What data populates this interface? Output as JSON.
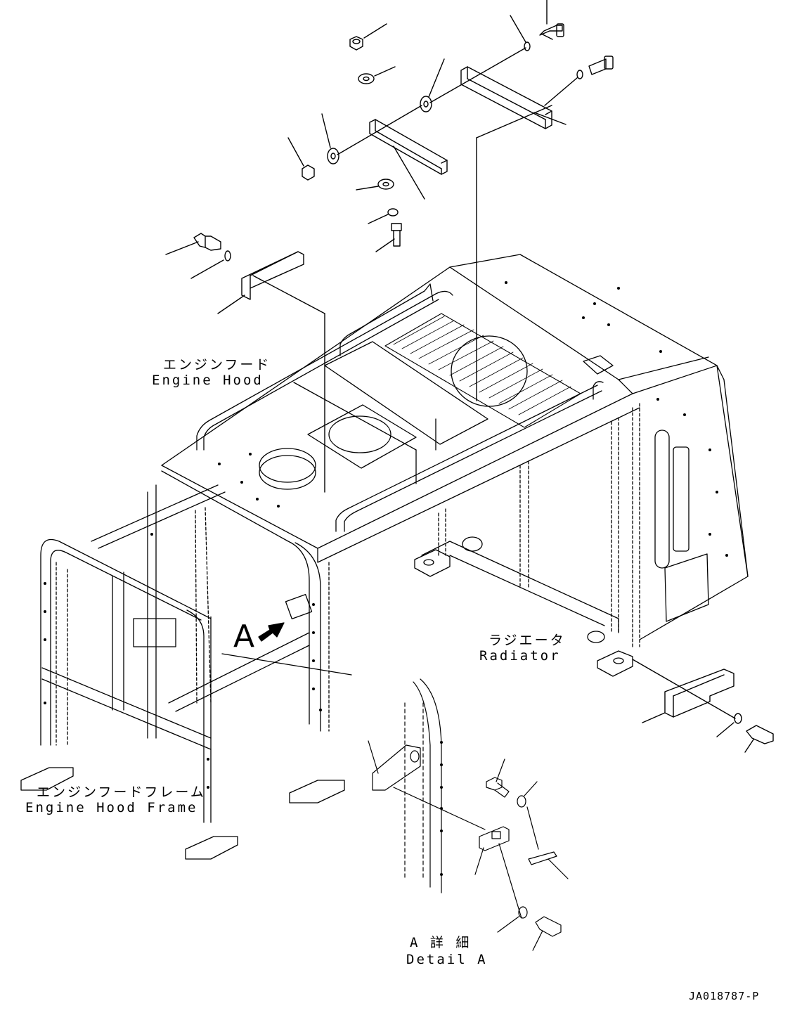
{
  "labels": {
    "engine_hood_jp": "エンジンフード",
    "engine_hood_en": "Engine Hood",
    "radiator_jp": "ラジエータ",
    "radiator_en": "Radiator",
    "frame_jp": "エンジンフードフレーム",
    "frame_en": "Engine Hood Frame",
    "detail_jp": "A 詳 細",
    "detail_en": "Detail A",
    "view_marker": "A",
    "drawing_code": "JA018787-P"
  },
  "colors": {
    "line": "#000000",
    "background": "#ffffff"
  }
}
